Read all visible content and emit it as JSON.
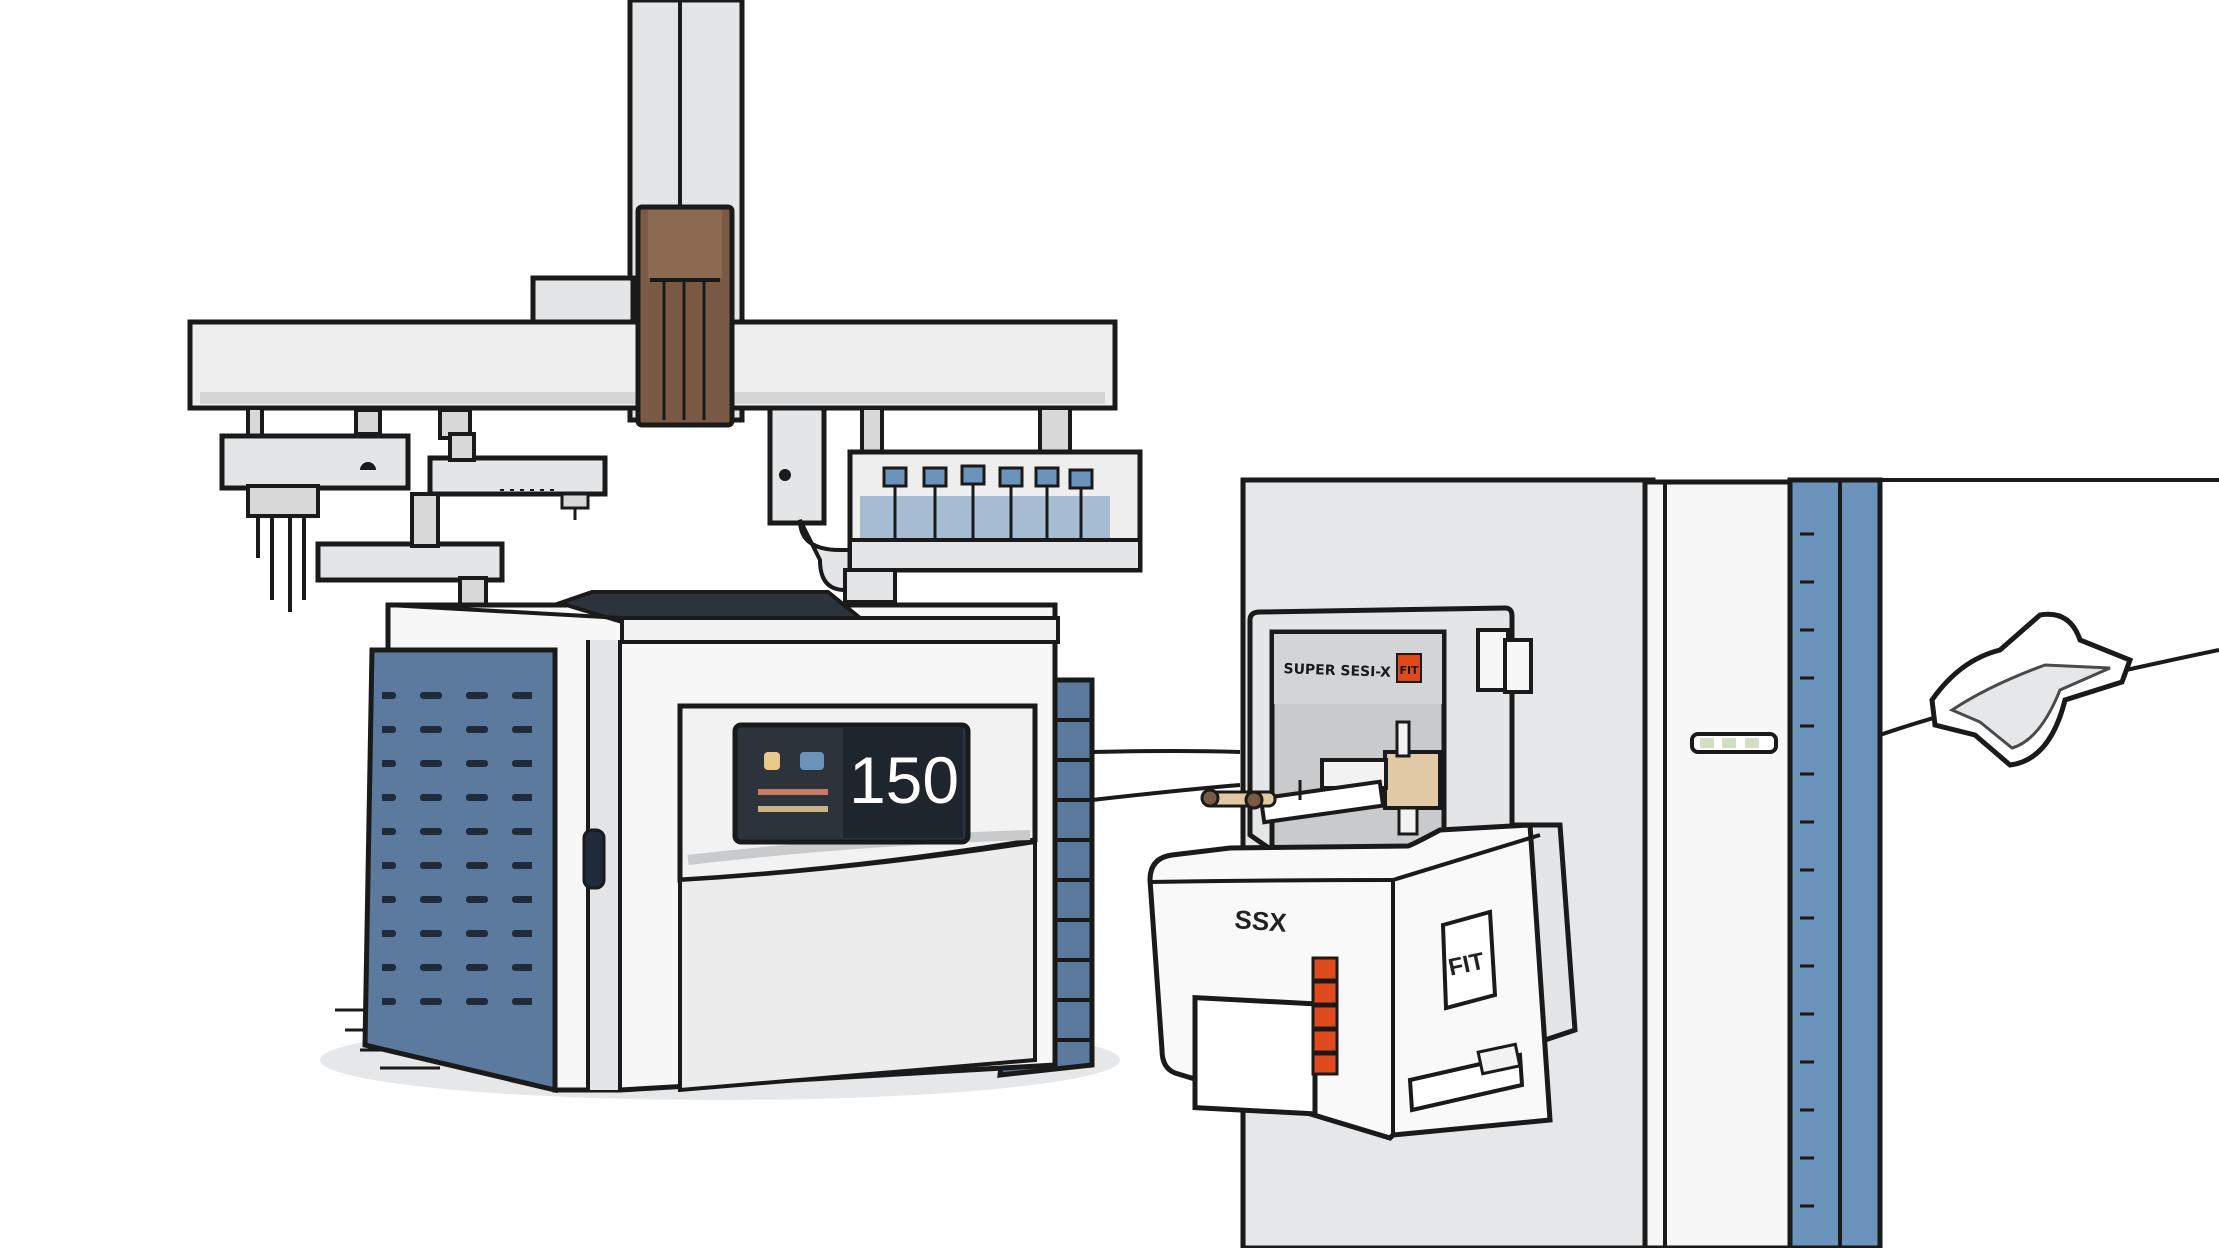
{
  "autosampler": {
    "display_number": "150"
  },
  "ion_source": {
    "header_text": "SUPER SESI-X",
    "logo_text": "FIT",
    "body_label": "SSX",
    "side_logo_text": "FIT"
  },
  "colors": {
    "panel_blue": "#5b7a9e",
    "rail_blue": "#6b93bb",
    "wood_brown": "#7a5a45",
    "accent_orange": "#e0491c",
    "outline": "#1a1a1a",
    "light_gray": "#e6e7e8"
  }
}
